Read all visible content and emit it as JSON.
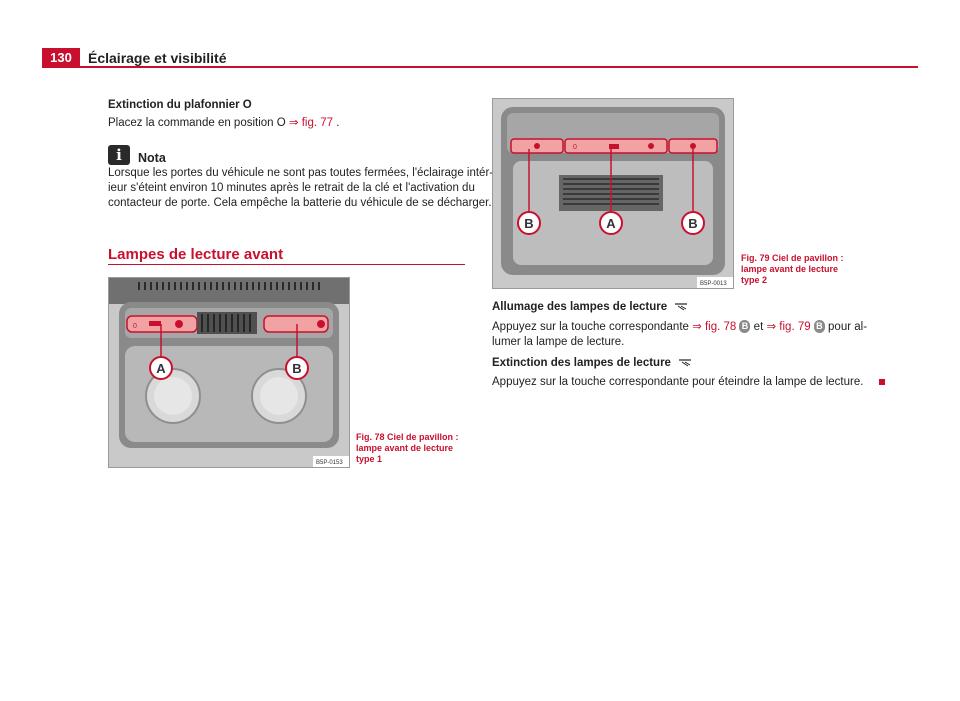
{
  "header": {
    "page_number": "130",
    "chapter_title": "Éclairage et visibilité"
  },
  "extinction_plafonnier": {
    "heading": "Extinction du plafonnier O",
    "text_before": "Placez la commande en position O ",
    "ref": "⇒ fig. 77",
    "text_after": " ."
  },
  "nota": {
    "icon": "info-icon",
    "title": "Nota",
    "line1": "Lorsque les portes du véhicule ne sont pas toutes fermées, l'éclairage intér-",
    "line2": "ieur s'éteint environ 10 minutes après le retrait de la clé et l'activation du",
    "line3": "contacteur de porte. Cela empêche la batterie du véhicule de se décharger."
  },
  "section": {
    "title": "Lampes de lecture avant"
  },
  "figure78": {
    "code": "B5P-0153",
    "caption_line1": "Fig. 78   Ciel de pavillon :",
    "caption_line2": "lampe avant de lecture",
    "caption_line3": "type 1",
    "callout_a": "A",
    "callout_b": "B",
    "switch_label": "0"
  },
  "figure79": {
    "code": "B5P-0013",
    "caption_line1": "Fig. 79   Ciel de pavillon :",
    "caption_line2": "lampe avant de lecture",
    "caption_line3": "type 2",
    "callout_a": "A",
    "callout_b": "B",
    "switch_label": "0"
  },
  "allumage": {
    "heading": "Allumage des lampes de lecture",
    "text_part1": "Appuyez sur la touche correspondante ",
    "ref1": "⇒ fig. 78",
    "badge1": "B",
    "text_part2": " et ",
    "ref2": "⇒ fig. 79",
    "badge2": "B",
    "text_part3": " pour al-",
    "text_line2": "lumer la lampe de lecture."
  },
  "extinction_lecture": {
    "heading": "Extinction des lampes de lecture",
    "text": "Appuyez sur la touche correspondante pour éteindre la lampe de lecture."
  },
  "colors": {
    "accent": "#c8102e",
    "text": "#222222",
    "figure_gray": "#8a8a8a"
  }
}
